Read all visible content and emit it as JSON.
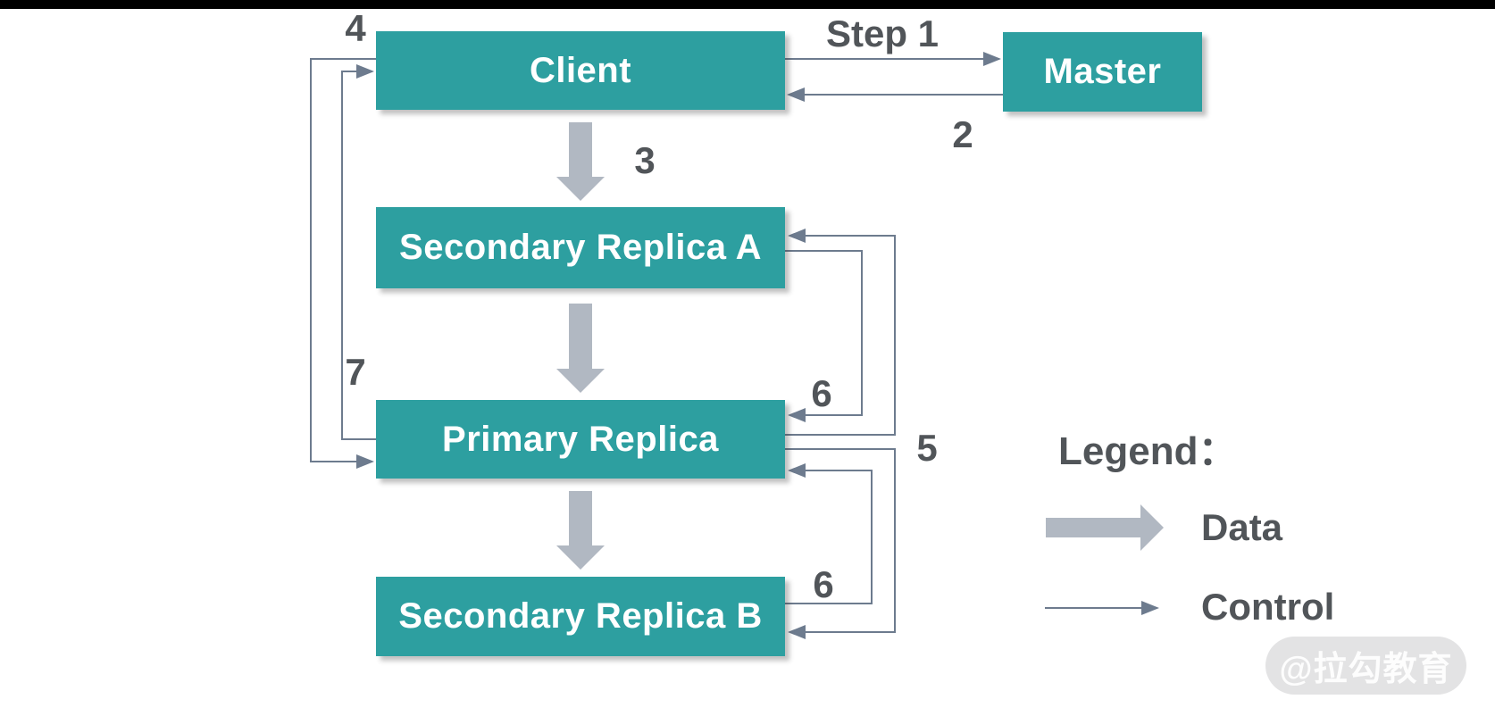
{
  "diagram": {
    "nodes": [
      {
        "id": "client",
        "label": "Client"
      },
      {
        "id": "master",
        "label": "Master"
      },
      {
        "id": "secondary_a",
        "label": "Secondary Replica A"
      },
      {
        "id": "primary",
        "label": "Primary Replica"
      },
      {
        "id": "secondary_b",
        "label": "Secondary Replica B"
      }
    ],
    "steps": {
      "s1": "Step 1",
      "s2": "2",
      "s3": "3",
      "s4": "4",
      "s5": "5",
      "s6a": "6",
      "s6b": "6",
      "s7": "7"
    },
    "colors": {
      "node_fill": "#2d9fa0",
      "data_arrow": "#b1b8c2",
      "control_arrow": "#6d7b8e",
      "label_text": "#515559",
      "top_bar": "#000000",
      "watermark_bg": "#e3e3e4"
    }
  },
  "legend": {
    "title": "Legend：",
    "data_label": "Data",
    "control_label": "Control"
  },
  "watermark": {
    "text": "@拉勾教育"
  }
}
